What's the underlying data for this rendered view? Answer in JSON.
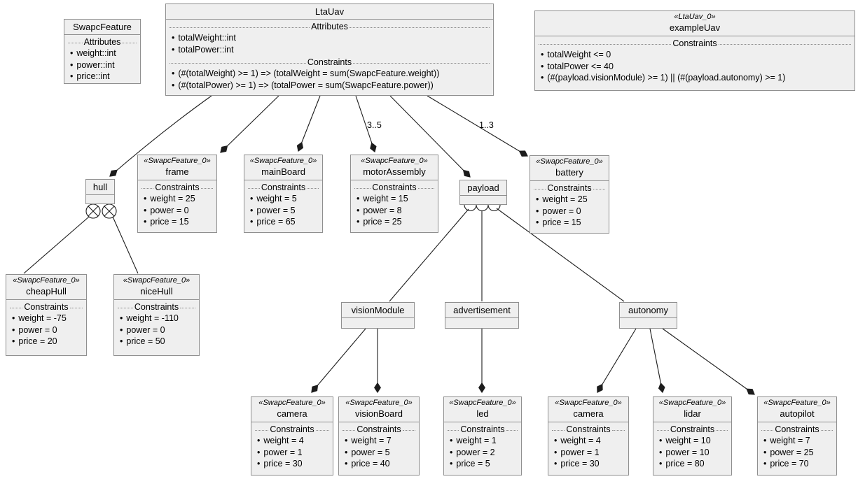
{
  "diagram": {
    "background": "#ffffff",
    "node_fill": "#efefef",
    "node_border": "#8f8f8f",
    "edge_color": "#1c1c1c"
  },
  "section_labels": {
    "attributes": "Attributes",
    "constraints": "Constraints"
  },
  "edge_labels": {
    "motor_assembly_multiplicity": "3..5",
    "battery_multiplicity": "1..3"
  },
  "icons": {
    "xor_group": "crossed-circle-icon",
    "or_group": "arc-group-icon",
    "composition": "filled-diamond-icon"
  },
  "nodes": {
    "swapcFeature": {
      "title": "SwapcFeature",
      "attributes": [
        "weight::int",
        "power::int",
        "price::int"
      ]
    },
    "ltaUav": {
      "title": "LtaUav",
      "attributes": [
        "totalWeight::int",
        "totalPower::int"
      ],
      "constraints": [
        "(#(totalWeight) >= 1) => (totalWeight = sum(SwapcFeature.weight))",
        "(#(totalPower) >= 1) => (totalPower = sum(SwapcFeature.power))"
      ]
    },
    "exampleUav": {
      "stereotype": "«LtaUav_0»",
      "title": "exampleUav",
      "constraints": [
        "totalWeight <= 0",
        "totalPower <= 40",
        "(#(payload.visionModule) >= 1) || (#(payload.autonomy) >= 1)"
      ]
    },
    "hull": {
      "title": "hull"
    },
    "frame": {
      "stereotype": "«SwapcFeature_0»",
      "title": "frame",
      "constraints": [
        "weight = 25",
        "power = 0",
        "price = 15"
      ]
    },
    "mainBoard": {
      "stereotype": "«SwapcFeature_0»",
      "title": "mainBoard",
      "constraints": [
        "weight = 5",
        "power = 5",
        "price = 65"
      ]
    },
    "motorAssembly": {
      "stereotype": "«SwapcFeature_0»",
      "title": "motorAssembly",
      "constraints": [
        "weight = 15",
        "power = 8",
        "price = 25"
      ]
    },
    "payload": {
      "title": "payload"
    },
    "battery": {
      "stereotype": "«SwapcFeature_0»",
      "title": "battery",
      "constraints": [
        "weight = 25",
        "power = 0",
        "price = 15"
      ]
    },
    "cheapHull": {
      "stereotype": "«SwapcFeature_0»",
      "title": "cheapHull",
      "constraints": [
        "weight = -75",
        "power = 0",
        "price = 20"
      ]
    },
    "niceHull": {
      "stereotype": "«SwapcFeature_0»",
      "title": "niceHull",
      "constraints": [
        "weight = -110",
        "power = 0",
        "price = 50"
      ]
    },
    "visionModule": {
      "title": "visionModule"
    },
    "advertisement": {
      "title": "advertisement"
    },
    "autonomy": {
      "title": "autonomy"
    },
    "camera1": {
      "stereotype": "«SwapcFeature_0»",
      "title": "camera",
      "constraints": [
        "weight = 4",
        "power = 1",
        "price = 30"
      ]
    },
    "visionBoard": {
      "stereotype": "«SwapcFeature_0»",
      "title": "visionBoard",
      "constraints": [
        "weight = 7",
        "power = 5",
        "price = 40"
      ]
    },
    "led": {
      "stereotype": "«SwapcFeature_0»",
      "title": "led",
      "constraints": [
        "weight = 1",
        "power = 2",
        "price = 5"
      ]
    },
    "camera2": {
      "stereotype": "«SwapcFeature_0»",
      "title": "camera",
      "constraints": [
        "weight = 4",
        "power = 1",
        "price = 30"
      ]
    },
    "lidar": {
      "stereotype": "«SwapcFeature_0»",
      "title": "lidar",
      "constraints": [
        "weight = 10",
        "power = 10",
        "price = 80"
      ]
    },
    "autopilot": {
      "stereotype": "«SwapcFeature_0»",
      "title": "autopilot",
      "constraints": [
        "weight = 7",
        "power = 25",
        "price = 70"
      ]
    }
  }
}
